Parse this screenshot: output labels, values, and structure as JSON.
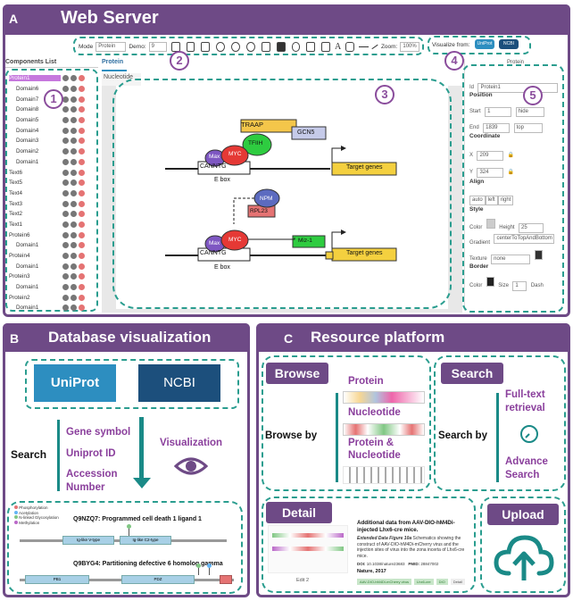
{
  "panel_a": {
    "letter": "A",
    "title": "Web Server",
    "toolbar": {
      "mode_label": "Mode",
      "mode_value": "Protein",
      "demo_label": "Demo:",
      "demo_value": "9",
      "zoom_label": "Zoom:",
      "zoom_value": "100%",
      "visualize_label": "Visualize from:",
      "uniprot_btn": "UniProt",
      "ncbi_btn": "NCBI"
    },
    "components": {
      "title": "Components List",
      "items": [
        "Protein1",
        "Domain6",
        "Domain7",
        "Domain8",
        "Domain5",
        "Domain4",
        "Domain3",
        "Domain2",
        "Domain1",
        "Text6",
        "Text5",
        "Text4",
        "Text3",
        "Text2",
        "Text1",
        "Protein6",
        "Domain1",
        "Protein4",
        "Domain1",
        "Protein3",
        "Domain1",
        "Protein2",
        "Domain1"
      ]
    },
    "tabs": [
      "Protein",
      "Nucleotide"
    ],
    "diagram": {
      "traap": "TRAAP",
      "gcn5": "GCN5",
      "tfiih": "TFIIH",
      "max": "Max",
      "myc": "MYC",
      "canntg": "CANNTG",
      "ebox": "E box",
      "target": "Target genes",
      "npm": "NPM",
      "rpl23": "RPL23",
      "miz1": "Miz-1"
    },
    "props": {
      "protein_label": "Protein",
      "id_label": "Id",
      "id_value": "Protein1",
      "position": "Position",
      "start_label": "Start",
      "start_value": "1",
      "hide": "hide",
      "end_label": "End",
      "end_value": "1839",
      "top": "top",
      "coordinate": "Coordinate",
      "x_label": "X",
      "x_value": "209",
      "y_label": "Y",
      "y_value": "324",
      "align": "Align",
      "align_opts": [
        "auto",
        "left",
        "right"
      ],
      "style": "Style",
      "color_label": "Color",
      "height_label": "Height",
      "height_value": "25",
      "gradient_label": "Gradient",
      "gradient_value": "centerToTopAndBottom",
      "texture_label": "Texture",
      "texture_value": "none",
      "border": "Border",
      "bcolor_label": "Color",
      "size_label": "Size",
      "size_value": "1",
      "dash_label": "Dash"
    },
    "circles": [
      "1",
      "2",
      "3",
      "4",
      "5"
    ]
  },
  "panel_b": {
    "letter": "B",
    "title": "Database visualization",
    "uniprot": "UniProt",
    "ncbi": "NCBI",
    "search": "Search",
    "items": [
      "Gene symbol",
      "Uniprot ID",
      "Accession Number"
    ],
    "visualization": "Visualization",
    "legend": [
      "Phosphorylation",
      "Acetylation",
      "N-linked Glycosylation",
      "Methylation"
    ],
    "protein1": "Q9NZQ7: Programmed cell death 1 ligand 1",
    "protein2": "Q9BYG4: Partitioning defective 6 homolog gamma",
    "dom1": "Ig-like V-type",
    "dom2": "Ig-like C2-type",
    "dom3": "PB1",
    "dom4": "PDZ"
  },
  "panel_c": {
    "letter": "C",
    "title": "Resource platform",
    "browse": "Browse",
    "browse_by": "Browse by",
    "browse_items": [
      "Protein",
      "Nucleotide",
      "Protein & Nucleotide"
    ],
    "search": "Search",
    "search_by": "Search by",
    "search_items": [
      "Full-text retrieval",
      "Advance Search"
    ],
    "detail": "Detail",
    "upload": "Upload",
    "detail_title": "Additional data from AAV-DIO-hM4Di-injected Lhx6-cre mice.",
    "detail_fig_label": "Extended Data Figure 10a",
    "detail_body": "Schematics showing the construct of AAV-DIO-hM4Di-mCherry virus and the injection sites of virus into the zona incerta of Lhx6-cre mice.",
    "doi_label": "DOI:",
    "doi_value": "10.1038/nature23683",
    "pmid_label": "PMID:",
    "pmid_value": "28847002",
    "journal": "Nature, 2017",
    "edit": "Edit 2",
    "tags": [
      "AAV-DIO-hM4Di-mCherry virus",
      "Lhx6-cre",
      "DIO",
      "Detail"
    ]
  },
  "colors": {
    "purple": "#6e4a86",
    "teal": "#2a9d8f",
    "accent": "#8a3f9c"
  }
}
